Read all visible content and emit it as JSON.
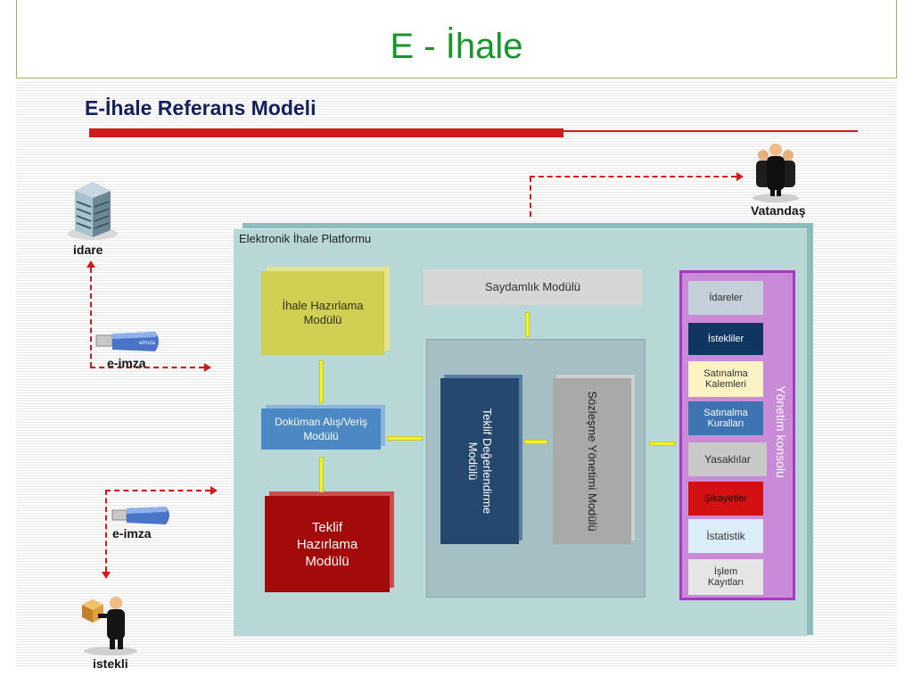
{
  "slide": {
    "title": "E - İhale"
  },
  "diagram": {
    "title": "E-İhale Referans Modeli",
    "platform_label": "Elektronik İhale Platformu",
    "actors": {
      "idare": "idare",
      "vatandas": "Vatandaş",
      "istekli": "istekli"
    },
    "eimza_top": "e-imza",
    "eimza_bottom": "e-imza",
    "modules": {
      "ihale_hazirlama": "İhale Hazırlama Modülü",
      "saydamlik": "Saydamlık Modülü",
      "dokuman": "Doküman Alış/Veriş Modülü",
      "teklif_hazirlama": "Teklif Hazırlama Modülü",
      "teklif_degerlendirme": "Teklif Değerlendirme Modülü",
      "sozlesme": "Sözleşme Yönetimi Modülü"
    },
    "console": {
      "label": "Yönetim konsolu",
      "items": [
        {
          "label": "İdareler"
        },
        {
          "label": "İstekliler"
        },
        {
          "label": "Satınalma Kalemleri"
        },
        {
          "label": "Satınalma Kuralları"
        },
        {
          "label": "Yasaklılar"
        },
        {
          "label": "Şikayetler"
        },
        {
          "label": "İstatistik"
        },
        {
          "label": "İşlem Kayıtları"
        }
      ]
    },
    "colors": {
      "title_green": "#14962b",
      "arrow_red": "#d01b1b",
      "platform": "#b8d8d8",
      "console": "#c98ad8"
    }
  }
}
